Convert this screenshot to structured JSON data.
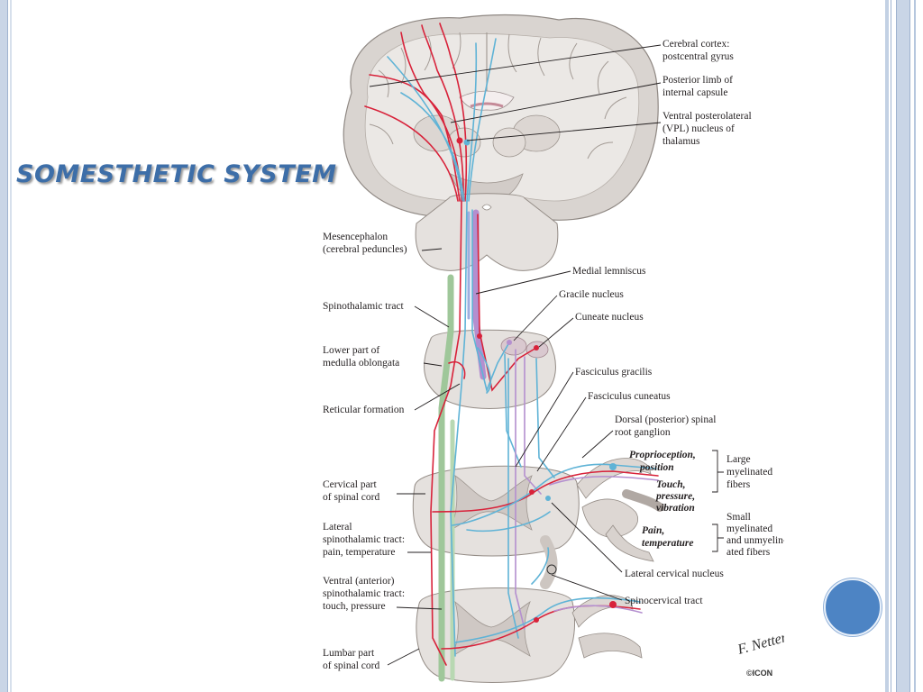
{
  "slide": {
    "title": "SOMESTHETIC SYSTEM",
    "colors": {
      "title": "#3d6ea8",
      "accent_circle": "#4d84c4",
      "frame": "#c9d5e6"
    }
  },
  "diagram": {
    "labels": {
      "cerebral_cortex": [
        "Cerebral cortex:",
        "postcentral gyrus"
      ],
      "posterior_limb": [
        "Posterior limb of",
        "internal capsule"
      ],
      "vpl_nucleus": [
        "Ventral posterolateral",
        "(VPL) nucleus of",
        "thalamus"
      ],
      "mesencephalon": [
        "Mesencephalon",
        "(cerebral peduncles)"
      ],
      "medial_lemniscus": "Medial lemniscus",
      "gracile_nucleus": "Gracile nucleus",
      "cuneate_nucleus": "Cuneate nucleus",
      "spinothalamic_tract": "Spinothalamic tract",
      "lower_medulla": [
        "Lower part of",
        "medulla oblongata"
      ],
      "fasciculus_gracilis": "Fasciculus gracilis",
      "fasciculus_cuneatus": "Fasciculus cuneatus",
      "reticular_formation": "Reticular formation",
      "dorsal_root_ganglion": [
        "Dorsal (posterior) spinal",
        "root ganglion"
      ],
      "proprioception": [
        "Proprioception,",
        "position"
      ],
      "touch": [
        "Touch,",
        "pressure,",
        "vibration"
      ],
      "large_fibers": [
        "Large",
        "myelinated",
        "fibers"
      ],
      "cervical_cord": [
        "Cervical part",
        "of spinal cord"
      ],
      "pain_temp": [
        "Pain,",
        "temperature"
      ],
      "small_fibers": [
        "Small",
        "myelinated",
        "and unmyelin-",
        "ated fibers"
      ],
      "lateral_spinothalamic": [
        "Lateral",
        "spinothalamic tract:",
        "pain, temperature"
      ],
      "lateral_cervical_nucleus": "Lateral cervical nucleus",
      "ventral_spinothalamic": [
        "Ventral (anterior)",
        "spinothalamic tract:",
        "touch, pressure"
      ],
      "spinocervical_tract": "Spinocervical tract",
      "lumbar_cord": [
        "Lumbar part",
        "of spinal cord"
      ]
    },
    "signature": "F. Netter",
    "copyright": "©ICON"
  }
}
